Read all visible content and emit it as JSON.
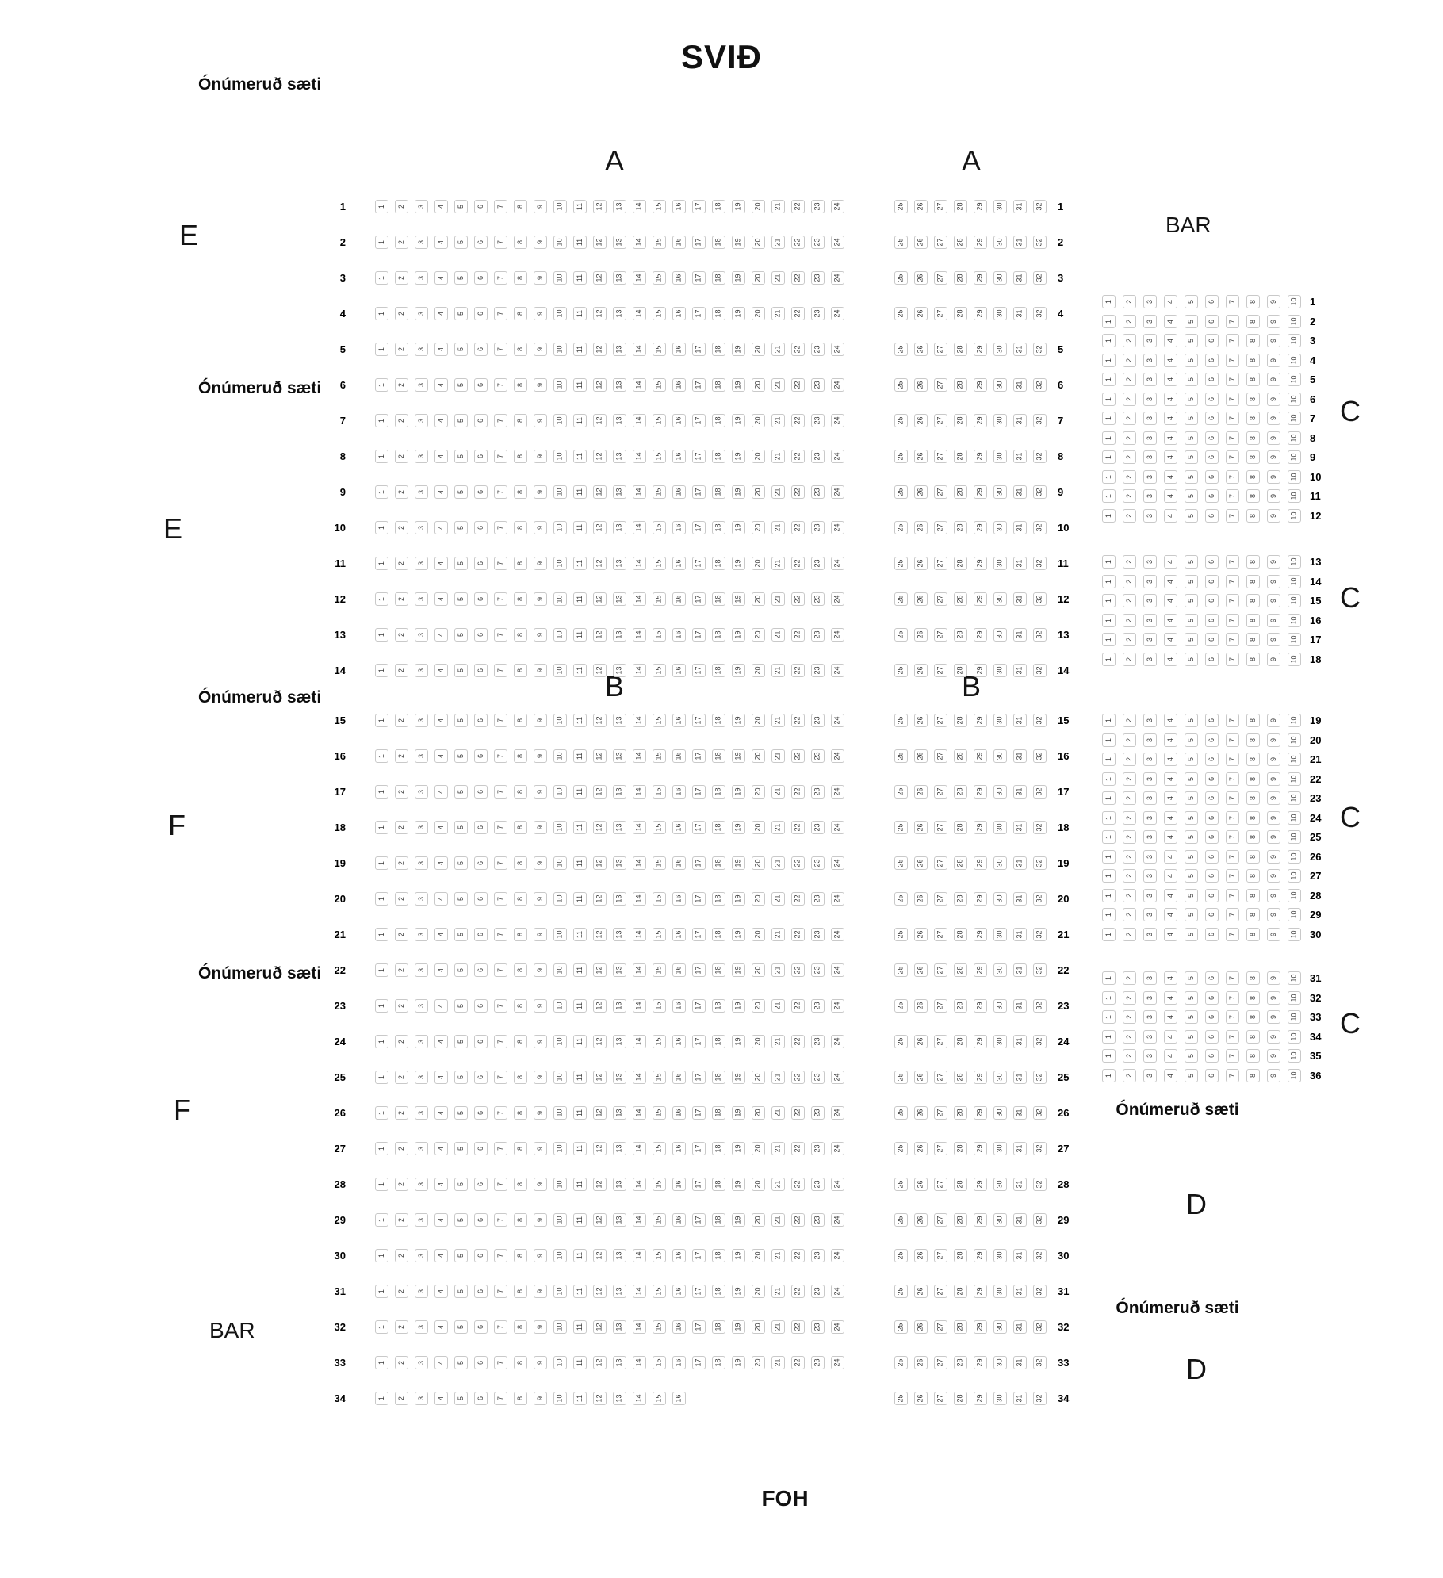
{
  "title": "SVIÐ",
  "labels": {
    "unnumbered": "Ónúmeruð sæti",
    "bar": "BAR",
    "foh": "FOH"
  },
  "sections": {
    "a": "A",
    "b": "B",
    "c": "C",
    "d": "D",
    "e": "E",
    "f": "F"
  },
  "seatmap": {
    "main_block": {
      "rows_start": 1,
      "rows_end": 34,
      "left_seats_start": 1,
      "left_seats_end": 24,
      "right_seats_start": 25,
      "right_seats_end": 32,
      "last_row_left_seats_end": 16,
      "row_label_sides": [
        "left",
        "right"
      ],
      "section_header_top": "A",
      "section_header_mid": "B",
      "header_mid_before_row": 15
    },
    "side_block_c": {
      "seats_start": 1,
      "seats_end": 10,
      "row_label_side": "right",
      "row_groups": [
        {
          "rows_start": 1,
          "rows_end": 12
        },
        {
          "rows_start": 13,
          "rows_end": 18
        },
        {
          "rows_start": 19,
          "rows_end": 30
        },
        {
          "rows_start": 31,
          "rows_end": 36
        }
      ]
    }
  }
}
